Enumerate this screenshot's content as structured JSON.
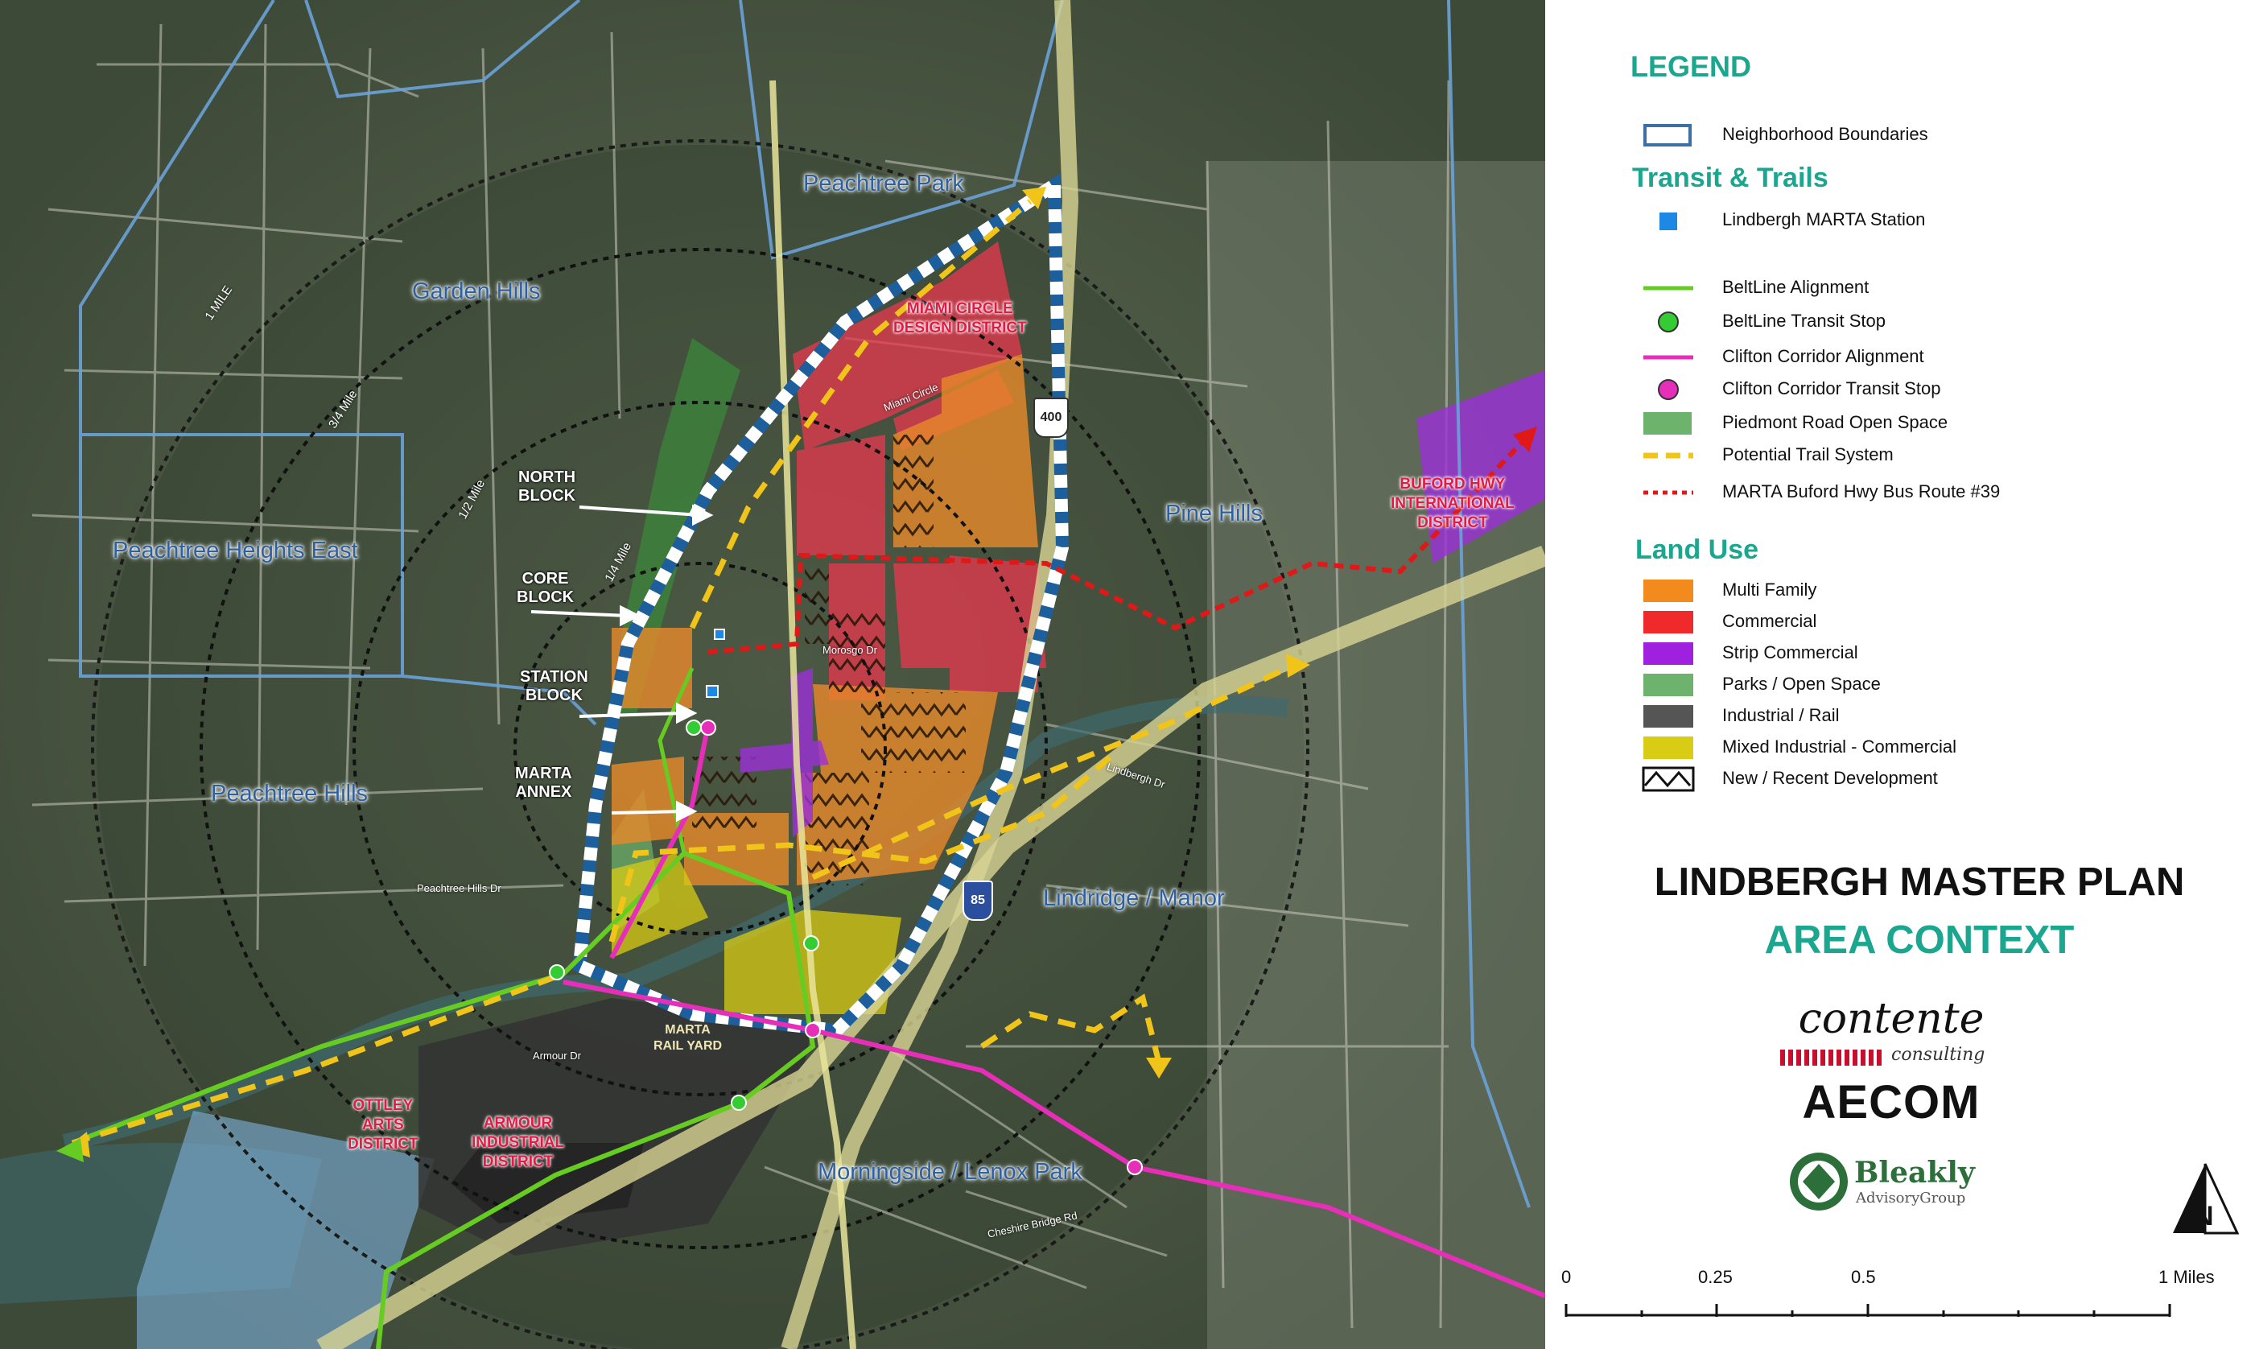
{
  "map": {
    "places": {
      "peachtree_park": "Peachtree Park",
      "garden_hills": "Garden Hills",
      "peachtree_heights_east": "Peachtree Heights East",
      "peachtree_hills": "Peachtree Hills",
      "pine_hills": "Pine Hills",
      "lindridge_manor": "Lindridge / Manor",
      "morningside_lenox_park": "Morningside / Lenox Park"
    },
    "districts": {
      "miami_circle": "MIAMI CIRCLE\nDESIGN DISTRICT",
      "buford_hwy": "BUFORD HWY\nINTERNATIONAL\nDISTRICT",
      "ottley_arts": "OTTLEY\nARTS\nDISTRICT",
      "armour_industrial": "ARMOUR\nINDUSTRIAL\nDISTRICT"
    },
    "blocks": {
      "north": "NORTH\nBLOCK",
      "core": "CORE\nBLOCK",
      "station": "STATION\nBLOCK",
      "marta_annex": "MARTA\nANNEX"
    },
    "rings": {
      "quarter": "1/4 Mile",
      "half": "1/2 Mile",
      "three_quarter": "3/4 Mile",
      "one": "1 MILE"
    },
    "streets": {
      "miami_circle": "Miami Circle",
      "morosgo_dr": "Morosgo Dr",
      "peachtree_hills_dr": "Peachtree Hills Dr",
      "lindbergh_dr": "Lindbergh Dr",
      "armour_dr": "Armour Dr",
      "cheshire_bridge_rd": "Cheshire Bridge Rd",
      "marta_rail_yard": "MARTA\nRAIL YARD"
    },
    "shields": {
      "i85": "85",
      "ga400": "400"
    }
  },
  "legend": {
    "title": "LEGEND",
    "neighborhood_boundaries": "Neighborhood Boundaries",
    "transit_heading": "Transit & Trails",
    "transit": [
      {
        "label": "Lindbergh MARTA Station",
        "icon": "square",
        "color": "#1e88e5"
      },
      {
        "label": "BeltLine Alignment",
        "icon": "line",
        "color": "#66cc22"
      },
      {
        "label": "BeltLine Transit Stop",
        "icon": "dot",
        "color": "#33cc33"
      },
      {
        "label": "Clifton Corridor Alignment",
        "icon": "line",
        "color": "#e62eb8"
      },
      {
        "label": "Clifton Corridor Transit Stop",
        "icon": "dot",
        "color": "#e62eb8"
      },
      {
        "label": "Piedmont Road Open Space",
        "icon": "rect",
        "color": "#6db36d"
      },
      {
        "label": "Potential Trail System",
        "icon": "dash",
        "color": "#f0c419"
      },
      {
        "label": "MARTA Buford Hwy Bus Route #39",
        "icon": "dots",
        "color": "#e01818"
      }
    ],
    "landuse_heading": "Land Use",
    "landuse": [
      {
        "label": "Multi Family",
        "color": "#f28a1e"
      },
      {
        "label": "Commercial",
        "color": "#f02a2a"
      },
      {
        "label": "Strip Commercial",
        "color": "#a020e0"
      },
      {
        "label": "Parks / Open Space",
        "color": "#6db36d"
      },
      {
        "label": "Industrial / Rail",
        "color": "#555555"
      },
      {
        "label": "Mixed Industrial - Commercial",
        "color": "#d8cc14"
      },
      {
        "label": "New / Recent Development",
        "color": "#ffffff"
      }
    ],
    "plan_title": "LINDBERGH MASTER PLAN",
    "plan_subtitle": "AREA CONTEXT",
    "logos": {
      "contente": "contente",
      "contente_sub": "consulting",
      "aecom": "AECOM",
      "bleakly": "Bleakly",
      "bleakly_sub": "AdvisoryGroup"
    },
    "north": "N",
    "scale": [
      "0",
      "0.25",
      "0.5",
      "1 Miles"
    ]
  }
}
